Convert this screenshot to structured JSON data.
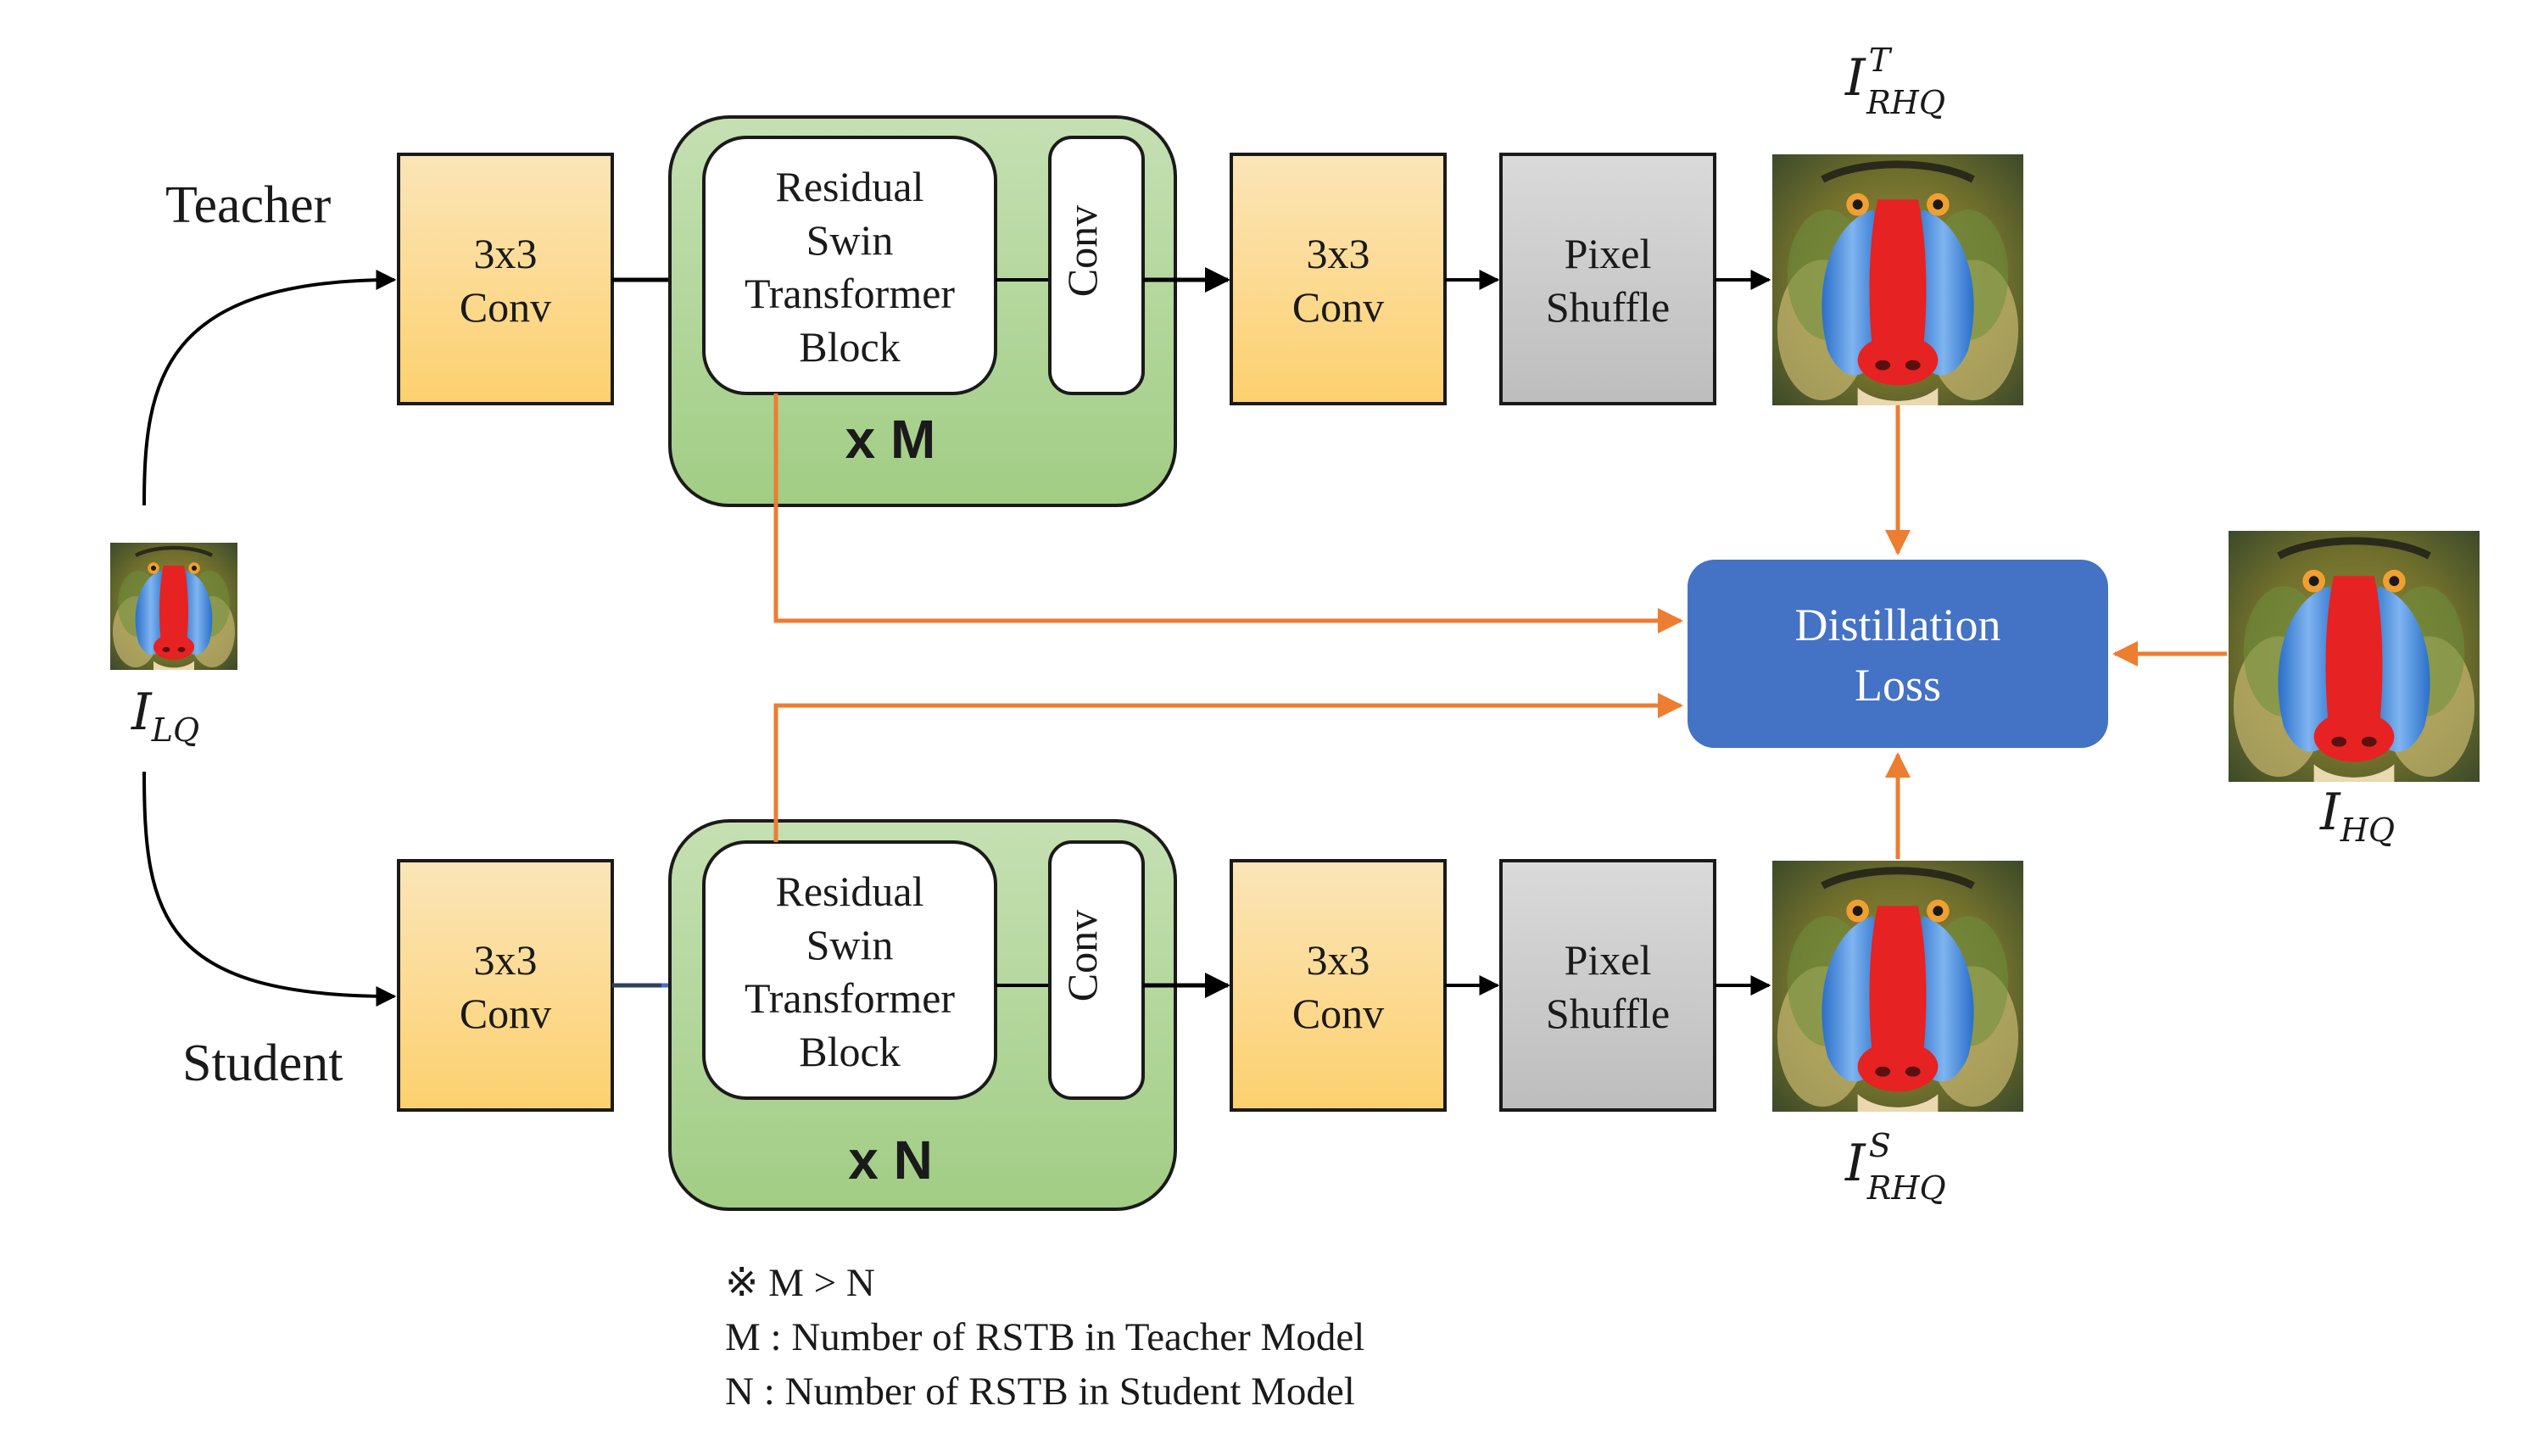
{
  "branches": {
    "teacher": {
      "label": "Teacher",
      "multiplier": "x M"
    },
    "student": {
      "label": "Student",
      "multiplier": "x N"
    }
  },
  "blocks": {
    "conv3x3": [
      "3x3",
      "Conv"
    ],
    "rstb": [
      "Residual",
      "Swin",
      "Transformer",
      "Block"
    ],
    "inner_conv": "Conv",
    "pixel_shuffle": [
      "Pixel",
      "Shuffle"
    ]
  },
  "loss": [
    "Distillation",
    "Loss"
  ],
  "images": {
    "input": {
      "base": "I",
      "sub": "LQ"
    },
    "teacher_out": {
      "base": "I",
      "sub": "RHQ",
      "sup": "T"
    },
    "student_out": {
      "base": "I",
      "sub": "RHQ",
      "sup": "S"
    },
    "hq": {
      "base": "I",
      "sub": "HQ"
    }
  },
  "notes": [
    "※ M > N",
    "M : Number of RSTB in Teacher Model",
    "N : Number of RSTB in Student Model"
  ],
  "colors": {
    "conv_fill": "#fcd98a",
    "rstb_group_fill": "#a9d18e",
    "pixel_shuffle_fill": "#c9c9c9",
    "loss_fill": "#4472c4",
    "feature_arrow": "#ed7d31",
    "main_arrow": "#000000",
    "student_rstb_arrow": "#4472c4"
  }
}
